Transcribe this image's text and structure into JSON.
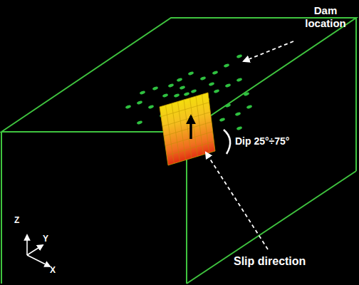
{
  "diagram": {
    "labels": [
      "Dam location",
      "Dip 25°÷75°",
      "Slip direction",
      "Z",
      "Y",
      "X"
    ]
  }
}
